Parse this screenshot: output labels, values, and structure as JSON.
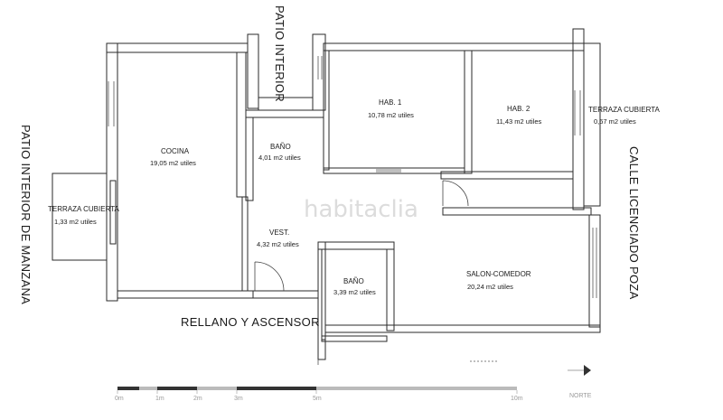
{
  "rooms": {
    "cocina": {
      "name": "COCINA",
      "area": "19,05 m2 utiles"
    },
    "bano1": {
      "name": "BAÑO",
      "area": "4,01 m2 utiles"
    },
    "hab1": {
      "name": "HAB. 1",
      "area": "10,78 m2 utiles"
    },
    "hab2": {
      "name": "HAB. 2",
      "area": "11,43 m2 utiles"
    },
    "terraza_right": {
      "name": "TERRAZA CUBIERTA",
      "area": "0,67 m2 utiles"
    },
    "terraza_left": {
      "name": "TERRAZA CUBIERTA",
      "area": "1,33 m2 utiles"
    },
    "vest": {
      "name": "VEST.",
      "area": "4,32 m2 utiles"
    },
    "bano2": {
      "name": "BAÑO",
      "area": "3,39 m2 utiles"
    },
    "salon": {
      "name": "SALON-COMEDOR",
      "area": "20,24 m2 utiles"
    }
  },
  "labels": {
    "patio_interior": "PATIO INTERIOR",
    "patio_manzana": "PATIO INTERIOR DE MANZANA",
    "calle": "CALLE LICENCIADO POZA",
    "rellano": "RELLANO Y ASCENSOR",
    "watermark": "habitaclia"
  },
  "scale": {
    "ticks": [
      "0m",
      "1m",
      "2m",
      "3m",
      "5m",
      "10m"
    ]
  },
  "north": {
    "label": "NORTE"
  }
}
